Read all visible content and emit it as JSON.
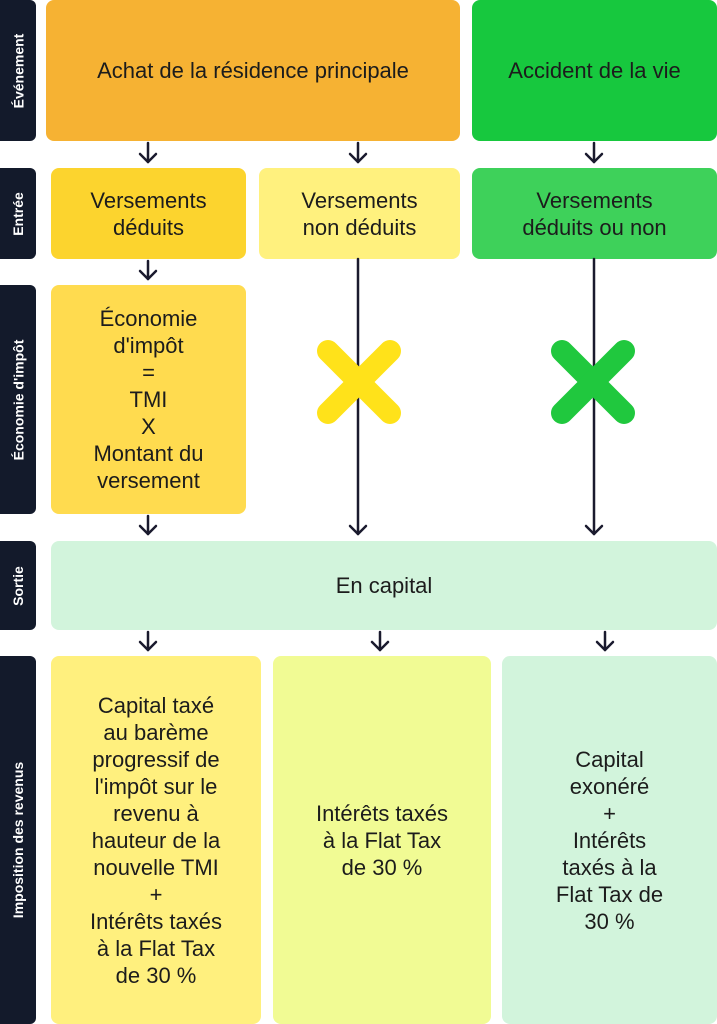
{
  "row_labels": {
    "evenement": "Événement",
    "entree": "Entrée",
    "economie": "Économie d'impôt",
    "sortie": "Sortie",
    "imposition": "Imposition des revenus"
  },
  "evenement": {
    "achat": "Achat de la résidence principale",
    "accident": "Accident de la vie"
  },
  "entree": {
    "deduits": "Versements\ndéduits",
    "non_deduits": "Versements\nnon déduits",
    "deduits_ou_non": "Versements\ndéduits ou non"
  },
  "economie": {
    "formule": "Économie\nd'impôt\n=\nTMI\nX\nMontant du\nversement"
  },
  "sortie": {
    "capital": "En capital"
  },
  "imposition": {
    "bareme": "Capital taxé\nau barème\nprogressif de\nl'impôt sur le\nrevenu à\nhauteur de la\nnouvelle TMI\n+\nIntérêts taxés\nà la Flat Tax\nde 30 %",
    "flat_tax": "Intérêts taxés\nà la Flat Tax\nde 30 %",
    "exonere": "Capital\nexonéré\n+\nIntérêts\ntaxés à la\nFlat Tax de\n30 %"
  },
  "colors": {
    "label_bg": "#131a2b",
    "orange": "#f6b233",
    "green": "#17c83e",
    "cross_yellow": "#ffe21a",
    "cross_green": "#20c83e",
    "arrow": "#1a1a2e"
  },
  "icons": {
    "no_savings_yellow": "cross-icon",
    "no_savings_green": "cross-icon"
  }
}
